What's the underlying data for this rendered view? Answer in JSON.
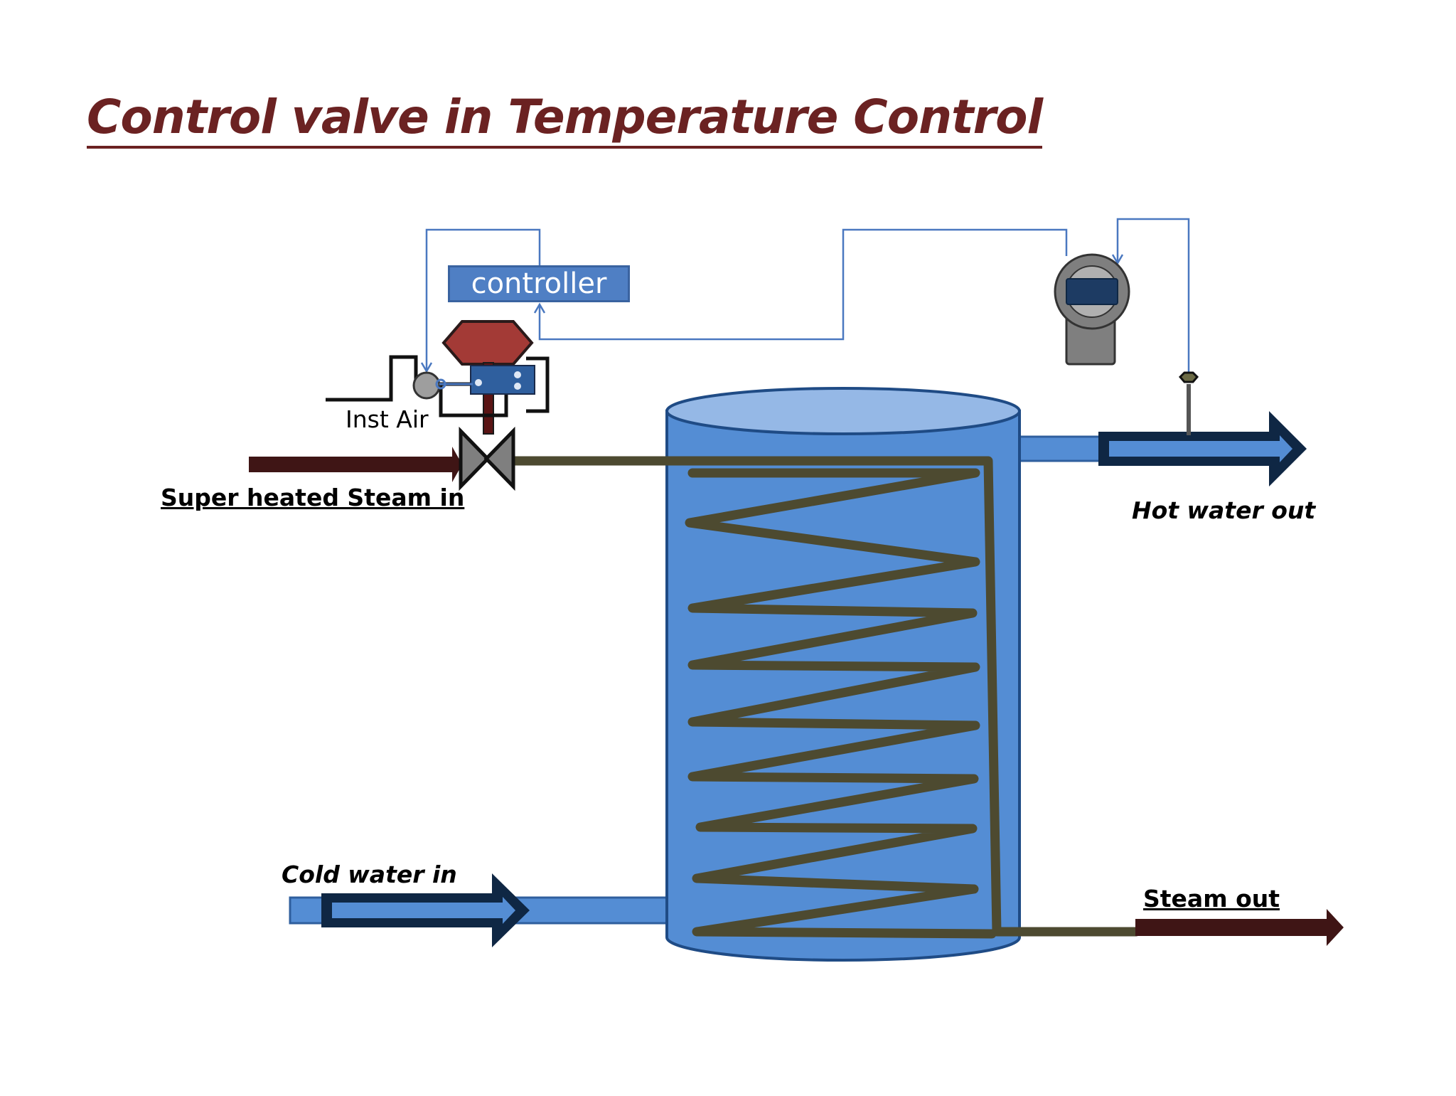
{
  "title": "Control valve in Temperature Control",
  "labels": {
    "controller": "controller",
    "inst_air": "Inst Air",
    "steam_in": "Super heated Steam in",
    "hot_water_out": "Hot water out",
    "cold_water_in": "Cold water in",
    "steam_out": "Steam out"
  },
  "colors": {
    "title": "#6b2222",
    "tank_body": "#548dd4",
    "tank_top": "#95b8e6",
    "coil": "#4d4a30",
    "steam_arrow": "#3f1515",
    "water_arrow_outline": "#0f2744",
    "signal_line": "#4a78c0",
    "valve_actuator": "#a33a36",
    "transmitter_body": "#7f7f7f"
  }
}
